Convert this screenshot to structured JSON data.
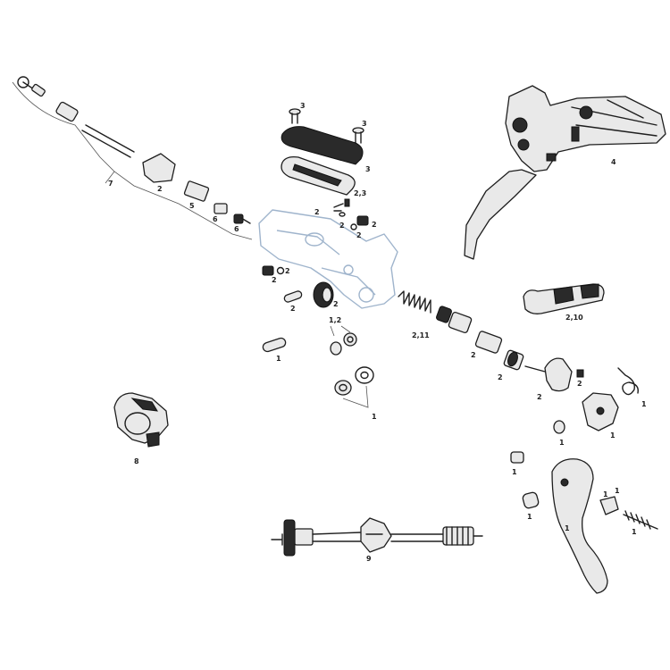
{
  "callouts": [
    {
      "id": "c-3a",
      "text": "3"
    },
    {
      "id": "c-3b",
      "text": "3"
    },
    {
      "id": "c-3c",
      "text": "3"
    },
    {
      "id": "c-23",
      "text": "2,3"
    },
    {
      "id": "c-4",
      "text": "4"
    },
    {
      "id": "c-7",
      "text": "7"
    },
    {
      "id": "c-2-hose",
      "text": "2"
    },
    {
      "id": "c-5",
      "text": "5"
    },
    {
      "id": "c-6a",
      "text": "6"
    },
    {
      "id": "c-6b",
      "text": "6"
    },
    {
      "id": "c-2-a",
      "text": "2"
    },
    {
      "id": "c-2-b",
      "text": "2"
    },
    {
      "id": "c-2-c",
      "text": "2"
    },
    {
      "id": "c-2-d",
      "text": "2"
    },
    {
      "id": "c-2-e",
      "text": "2"
    },
    {
      "id": "c-2-f",
      "text": "2"
    },
    {
      "id": "c-2-g",
      "text": "2"
    },
    {
      "id": "c-2-h",
      "text": "2"
    },
    {
      "id": "c-210",
      "text": "2,10"
    },
    {
      "id": "c-211",
      "text": "2,11"
    },
    {
      "id": "c-2-i",
      "text": "2"
    },
    {
      "id": "c-2-j",
      "text": "2"
    },
    {
      "id": "c-2-k",
      "text": "2"
    },
    {
      "id": "c-2-l",
      "text": "2"
    },
    {
      "id": "c-12",
      "text": "1,2"
    },
    {
      "id": "c-1-a",
      "text": "1"
    },
    {
      "id": "c-1-b",
      "text": "1"
    },
    {
      "id": "c-1-c",
      "text": "1"
    },
    {
      "id": "c-1-d",
      "text": "1"
    },
    {
      "id": "c-1-e",
      "text": "1"
    },
    {
      "id": "c-1-f",
      "text": "1"
    },
    {
      "id": "c-1-g",
      "text": "1"
    },
    {
      "id": "c-1-h",
      "text": "1"
    },
    {
      "id": "c-1-i",
      "text": "1"
    },
    {
      "id": "c-1-j",
      "text": "1"
    },
    {
      "id": "c-1-k",
      "text": "1"
    },
    {
      "id": "c-8",
      "text": "8"
    },
    {
      "id": "c-9",
      "text": "9"
    }
  ]
}
